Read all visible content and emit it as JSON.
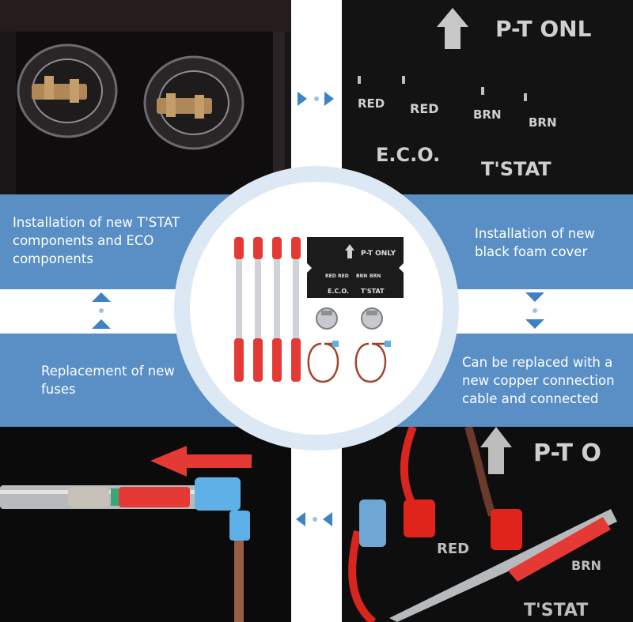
{
  "captions": {
    "top_left": "Installation of new T'STAT components and ECO components",
    "top_right": "Installation of new black foam cover",
    "bottom_left": "Replacement of new fuses",
    "bottom_right": "Can be replaced with a new copper connection cable and connected"
  },
  "cover_labels": {
    "pt_only": "P-T ONLY",
    "pt_only_photo": "P-T ONL",
    "red": "RED",
    "brn": "BRN",
    "eco": "E.C.O.",
    "tstat": "T'STAT",
    "pt_partial": "P-T O"
  },
  "colors": {
    "caption_blue": "#5a8fc6",
    "circle_outer": "#dce9f4",
    "circle_ring": "#cfe0ee",
    "arrow_blue": "#3f82c4",
    "fuse_red": "#e53935",
    "photo_dark": "#111111"
  },
  "icons": {
    "flow_right": "arrow-right-icon",
    "flow_down": "arrow-down-icon",
    "flow_left": "arrow-left-icon",
    "flow_up": "arrow-up-icon"
  }
}
